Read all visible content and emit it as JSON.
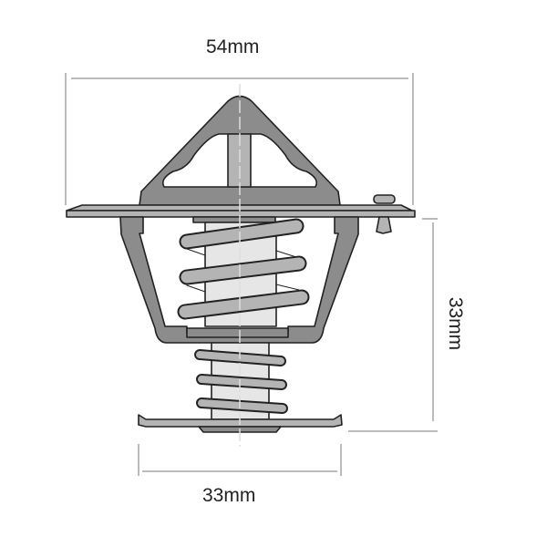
{
  "dimensions": {
    "overall_width": "54mm",
    "height": "33mm",
    "valve_diameter": "33mm"
  },
  "colors": {
    "dark_metal": "#8c8c8c",
    "mid_metal": "#b4b4b4",
    "light_metal": "#e6e6e6",
    "outline": "#222222",
    "dimension_line": "#777777"
  }
}
